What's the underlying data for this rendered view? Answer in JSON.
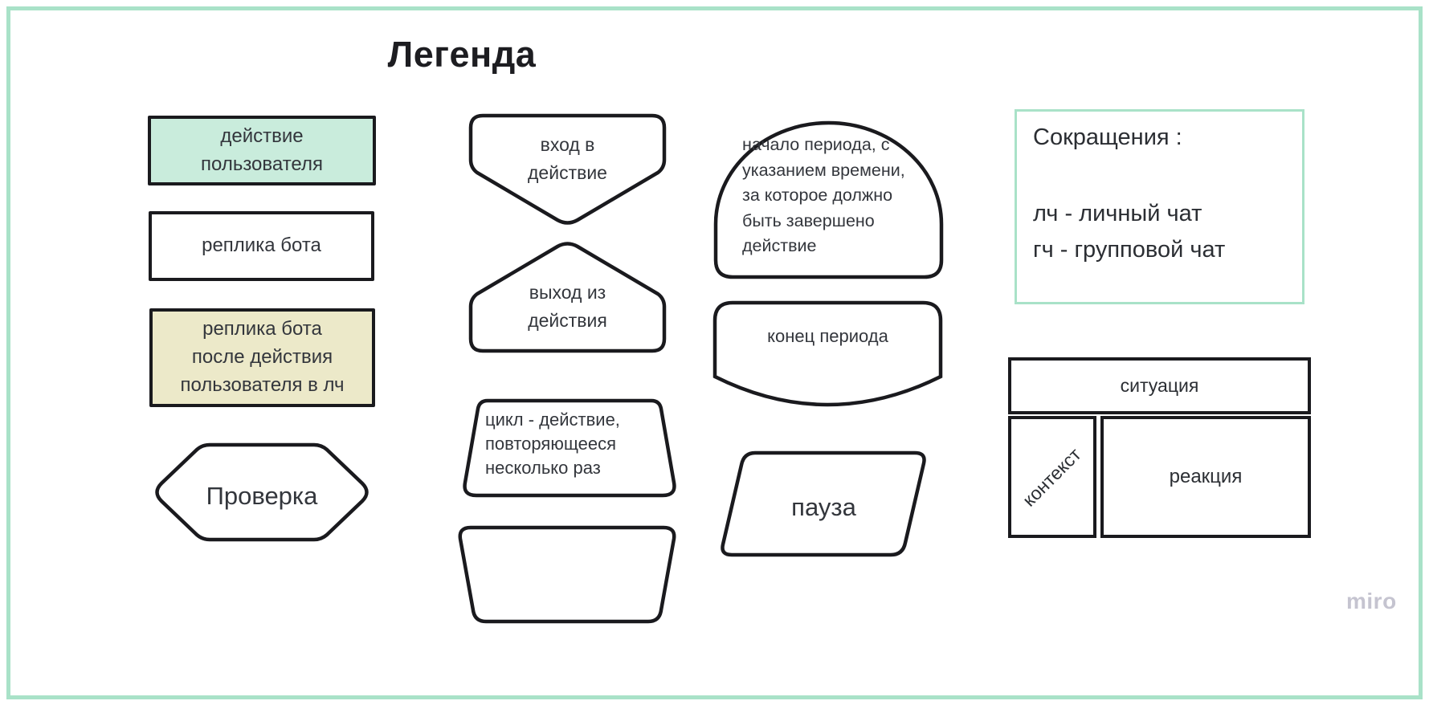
{
  "board": {
    "title": "Легенда",
    "watermark": "miro"
  },
  "shapes": {
    "user_action": {
      "label": "действие\nпользователя",
      "fill": "#c9ecdc"
    },
    "bot_reply": {
      "label": "реплика бота",
      "fill": "#ffffff"
    },
    "bot_reply_private": {
      "label": "реплика бота\nпосле действия\nпользователя в лч",
      "fill": "#ece9c9"
    },
    "check": {
      "label": "Проверка",
      "fill": "#ffffff"
    },
    "action_enter": {
      "label": "вход в\nдействие",
      "fill": "#ffffff"
    },
    "action_exit": {
      "label": "выход из\nдействия",
      "fill": "#ffffff"
    },
    "loop": {
      "label": "цикл - действие,\nповторяющееся\nнесколько раз",
      "fill": "#dfe9f4"
    },
    "loop_empty": {
      "label": "",
      "fill": "#dfe9f4"
    },
    "period_start": {
      "label": "начало периода, с\nуказанием времени,\nза которое должно\nбыть завершено\nдействие",
      "fill": "#ffffff"
    },
    "period_end": {
      "label": "конец периода",
      "fill": "#ffffff"
    },
    "pause": {
      "label": "пауза",
      "fill": "#dfe9f4"
    }
  },
  "abbreviations": {
    "title": "Сокращения :",
    "items": [
      "лч - личный чат",
      "гч - групповой чат"
    ]
  },
  "situation_table": {
    "header": "ситуация",
    "context": "контекст",
    "reaction": "реакция"
  },
  "colors": {
    "frame_border": "#a9e2c8",
    "shape_stroke": "#1a1a1e",
    "user_action_fill": "#c9ecdc",
    "bot_reply_private_fill": "#ece9c9",
    "loop_fill": "#dfe9f4",
    "watermark": "#c5c4d0"
  }
}
